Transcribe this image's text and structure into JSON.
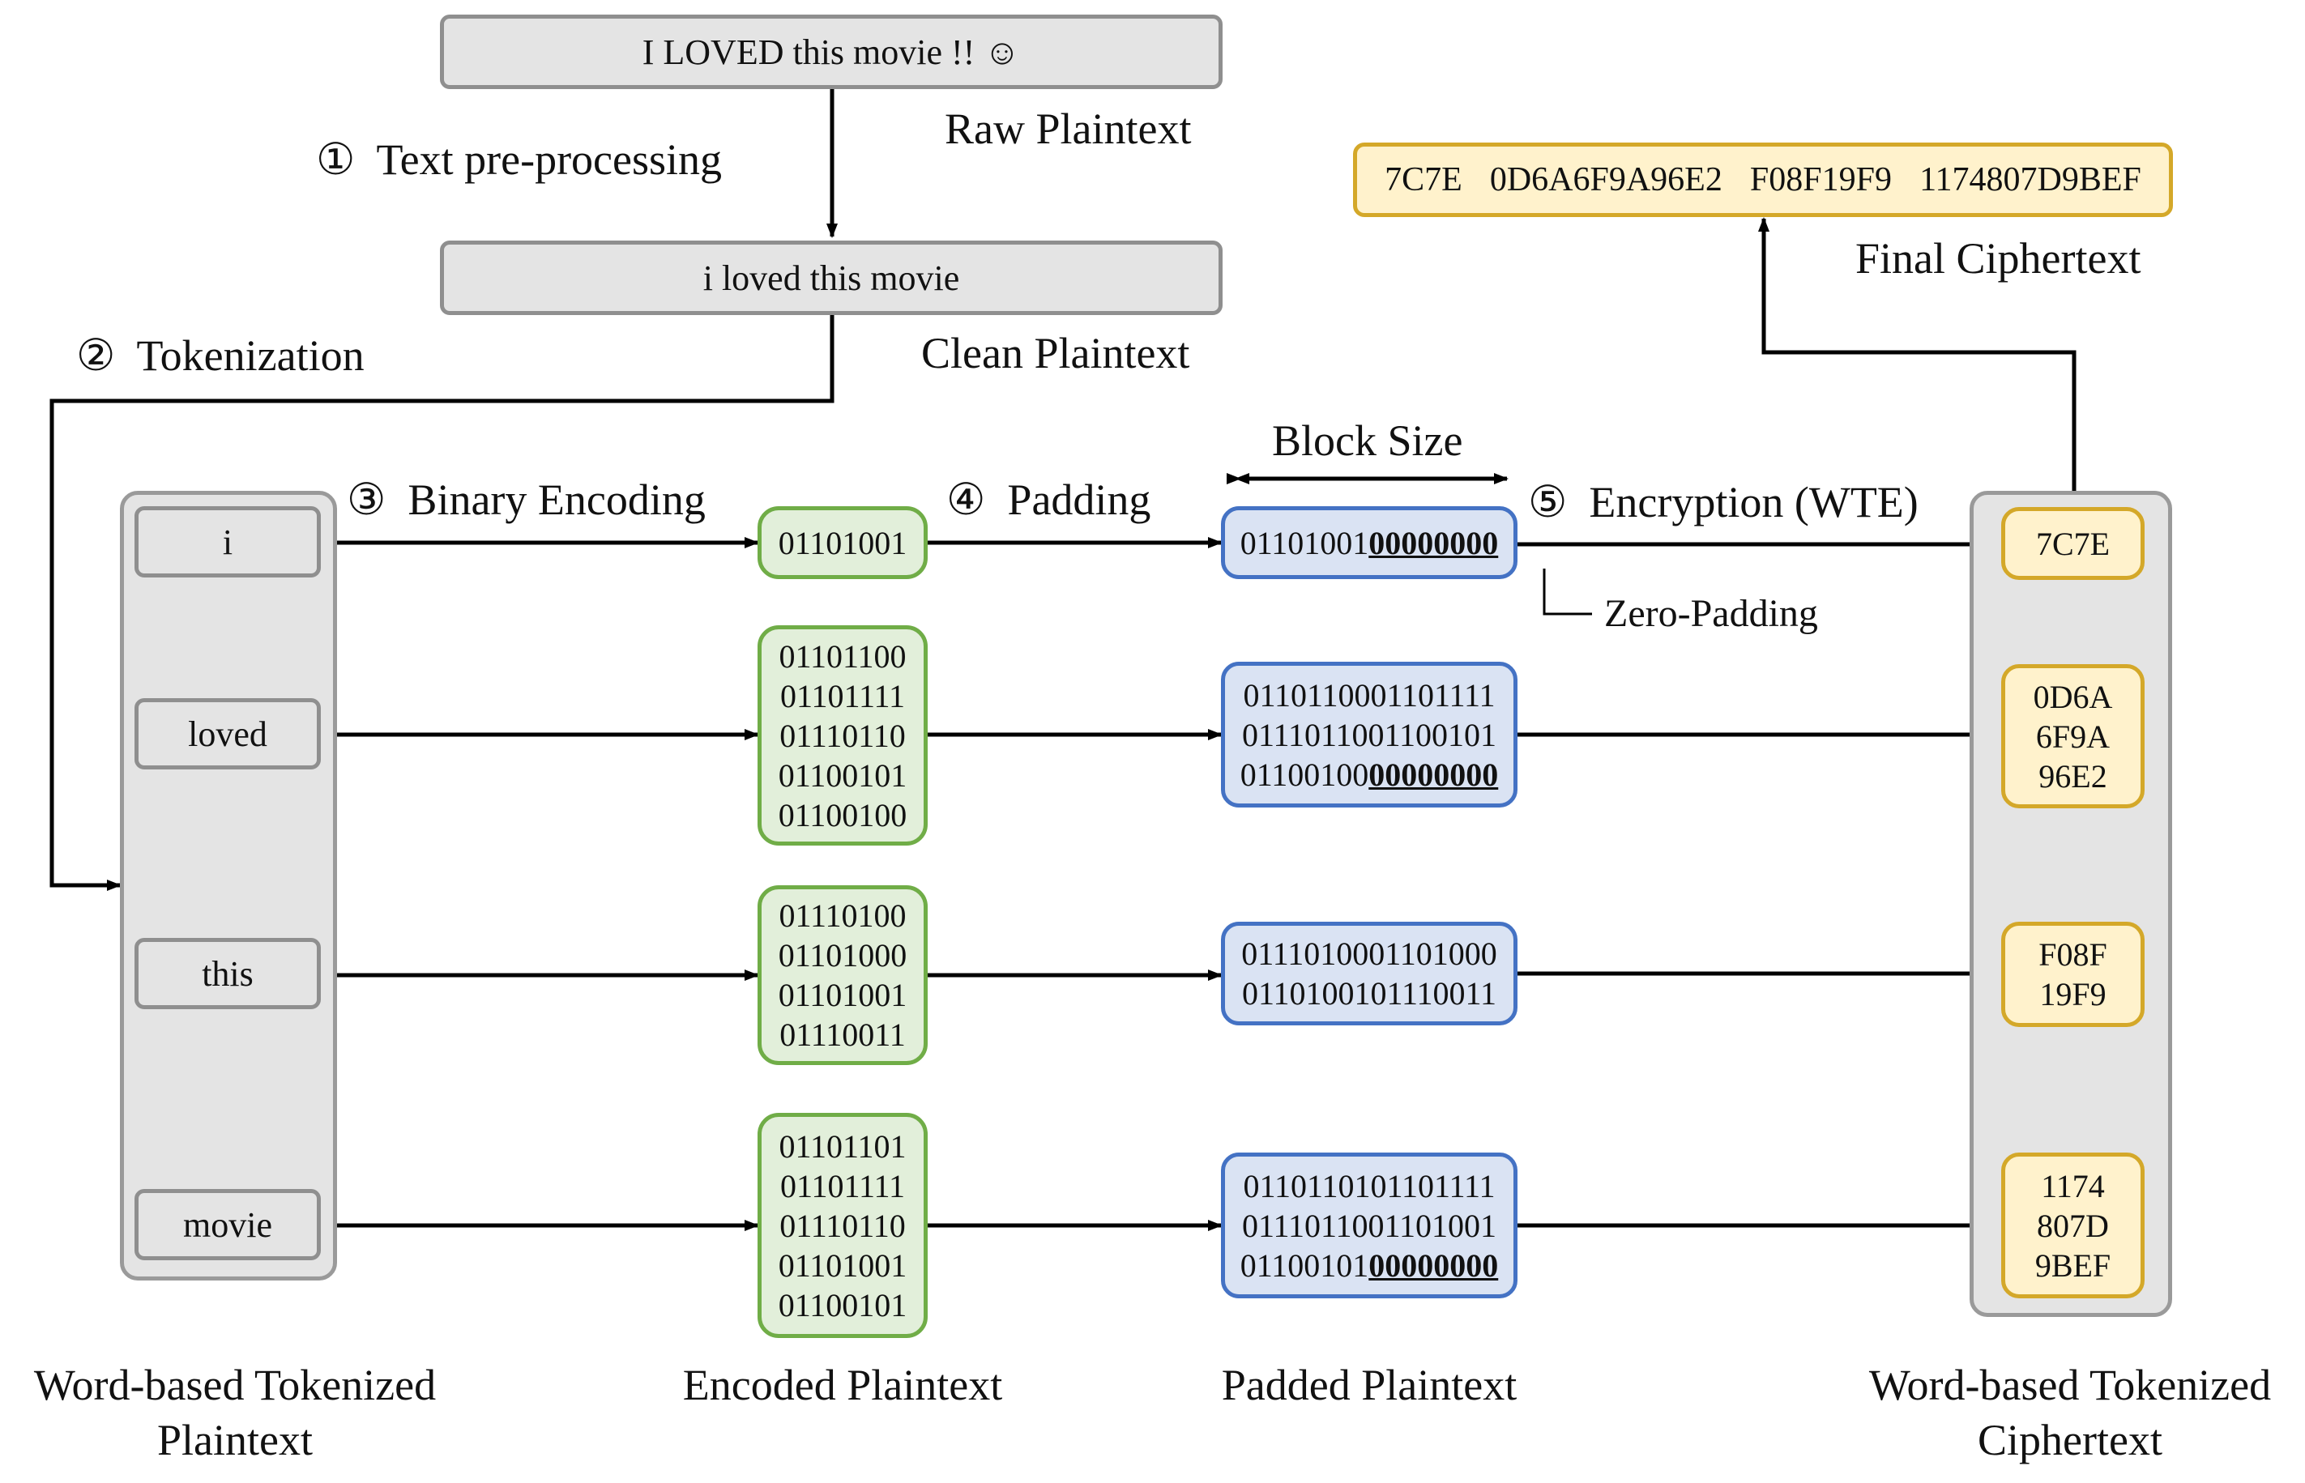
{
  "raw_plaintext": {
    "text": "I LOVED this movie !! ☺",
    "label": "Raw Plaintext"
  },
  "clean_plaintext": {
    "text": "i loved this movie",
    "label": "Clean Plaintext"
  },
  "steps": {
    "s1": {
      "num": "①",
      "label": "Text pre-processing"
    },
    "s2": {
      "num": "②",
      "label": "Tokenization"
    },
    "s3": {
      "num": "③",
      "label": "Binary Encoding"
    },
    "s4": {
      "num": "④",
      "label": "Padding"
    },
    "s5": {
      "num": "⑤",
      "label": "Encryption (WTE)"
    }
  },
  "block_size_label": "Block Size",
  "zero_padding_label": "Zero-Padding",
  "final_ciphertext": {
    "label": "Final Ciphertext",
    "parts": [
      "7C7E",
      "0D6A6F9A96E2",
      "F08F19F9",
      "1174807D9BEF"
    ]
  },
  "tokens": [
    "i",
    "loved",
    "this",
    "movie"
  ],
  "encoded": [
    [
      "01101001"
    ],
    [
      "01101100",
      "01101111",
      "01110110",
      "01100101",
      "01100100"
    ],
    [
      "01110100",
      "01101000",
      "01101001",
      "01110011"
    ],
    [
      "01101101",
      "01101111",
      "01110110",
      "01101001",
      "01100101"
    ]
  ],
  "padded": [
    [
      {
        "bits": "01101001",
        "pad": "00000000"
      }
    ],
    [
      {
        "bits": "0110110001101111",
        "pad": ""
      },
      {
        "bits": "0111011001100101",
        "pad": ""
      },
      {
        "bits": "01100100",
        "pad": "00000000"
      }
    ],
    [
      {
        "bits": "0111010001101000",
        "pad": ""
      },
      {
        "bits": "0110100101110011",
        "pad": ""
      }
    ],
    [
      {
        "bits": "0110110101101111",
        "pad": ""
      },
      {
        "bits": "0111011001101001",
        "pad": ""
      },
      {
        "bits": "01100101",
        "pad": "00000000"
      }
    ]
  ],
  "cipher_tokens": [
    [
      "7C7E"
    ],
    [
      "0D6A",
      "6F9A",
      "96E2"
    ],
    [
      "F08F",
      "19F9"
    ],
    [
      "1174",
      "807D",
      "9BEF"
    ]
  ],
  "captions": {
    "tokenized_plaintext": [
      "Word-based Tokenized",
      "Plaintext"
    ],
    "encoded_plaintext": [
      "Encoded Plaintext"
    ],
    "padded_plaintext": [
      "Padded Plaintext"
    ],
    "tokenized_ciphertext": [
      "Word-based Tokenized",
      "Ciphertext"
    ]
  },
  "colors": {
    "gray_fill": "#e4e4e4",
    "gray_border": "#8f8f8f",
    "green_fill": "#e2efda",
    "green_border": "#70ad47",
    "blue_fill": "#dae3f3",
    "blue_border": "#4472c4",
    "gold_fill": "#fff2cc",
    "gold_border": "#d4a829"
  }
}
